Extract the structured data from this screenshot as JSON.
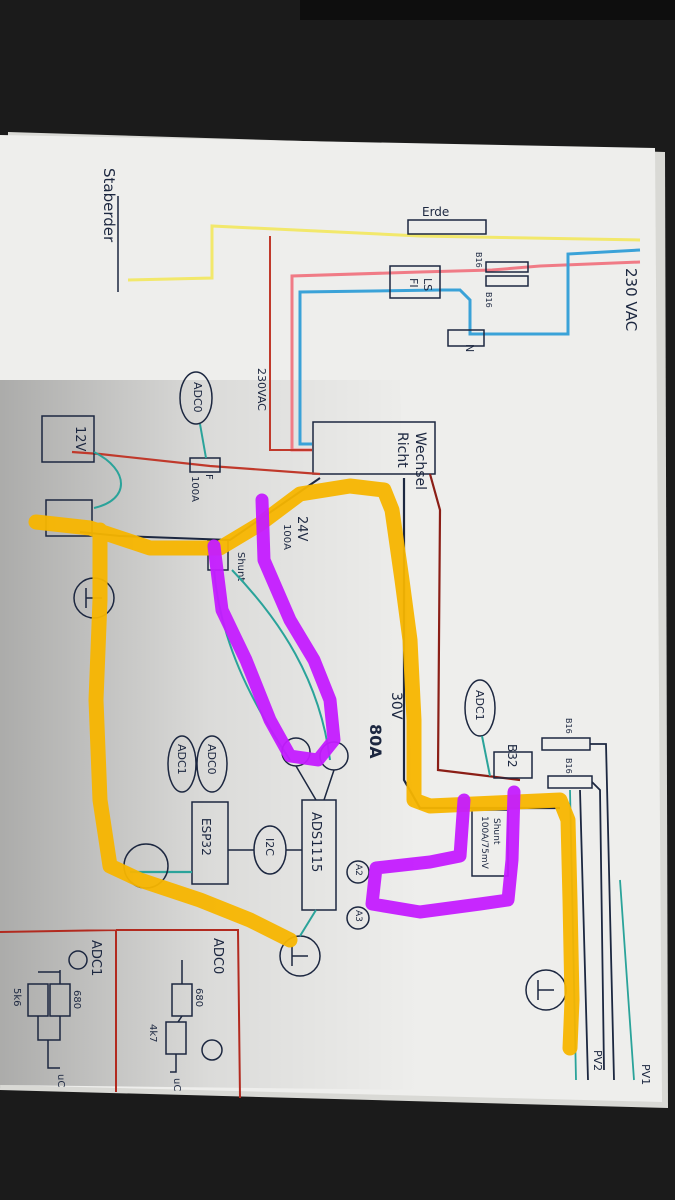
{
  "colors": {
    "background": "#1a1a1a",
    "paper": "#eeeeec",
    "ink": "#1c2740",
    "red": "#c0392b",
    "pink": "#f07b86",
    "teal": "#2aa39a",
    "blue": "#3aa2d8",
    "yellow": "#f2e86b",
    "orange_marker": "#f7b500",
    "purple_marker": "#c41bff",
    "dark_red": "#8b1e16"
  },
  "labels": {
    "staberder": "Staberder",
    "ac_in": "230 VAC",
    "erde": "Erde",
    "fi": "FI",
    "ls": "LS",
    "b16_a": "B16",
    "b16_b": "B16",
    "n": "N",
    "ac_mid": "230VAC",
    "wechselrichter_1": "Wechsel",
    "wechselrichter_2": "Richt",
    "adc0_top": "ADC0",
    "fuse": "F",
    "fuse_rating": "100A",
    "battery": "12V",
    "bus_24v": "24V",
    "bus_24v_current": "100A",
    "shunt_24v": "Shunt",
    "pv_30v": "30V",
    "pv_80a": "80A",
    "adc1_right": "ADC1",
    "b32": "B32",
    "b16_c": "B16",
    "b16_d": "B16",
    "shunt_pv": "Shunt",
    "shunt_pv_rating": "100A/75mV",
    "ads1115": "ADS1115",
    "a2": "A2",
    "a3": "A3",
    "i2c": "I2C",
    "esp32": "ESP32",
    "adc0_left": "ADC0",
    "adc1_left": "ADC1",
    "adc0_box": "ADC0",
    "adc1_box": "ADC1",
    "r_680_a": "680",
    "r_4k7": "4k7",
    "r_680_b": "680",
    "r_5k6": "5k6",
    "uc_a": "uC",
    "uc_b": "uC",
    "pv1": "PV1",
    "pv2": "PV2"
  }
}
